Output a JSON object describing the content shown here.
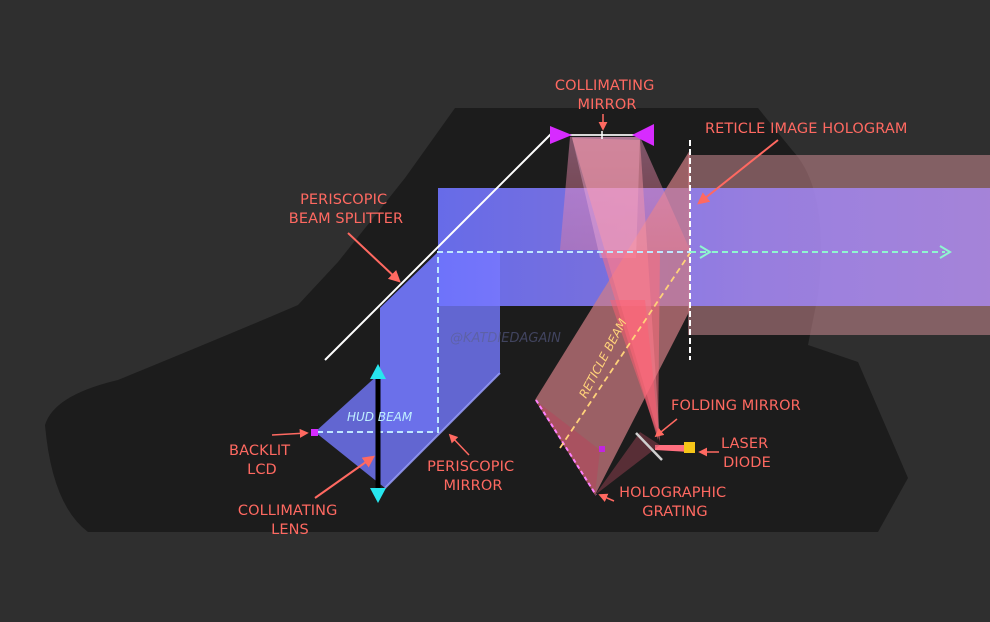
{
  "colors": {
    "background": "#2f2f2f",
    "housing": "#1c1c1c",
    "label": "#ff6961",
    "hud_beam": "#6f74ff",
    "reticle_beam": "#ff8088",
    "magenta": "#d72bff",
    "cyan": "#27e6ee",
    "laser": "#f5c518",
    "dashed_path": "#7ff5c8"
  },
  "labels": {
    "collimating_mirror": [
      "COLLIMATING",
      "MIRROR"
    ],
    "reticle_image_hologram": [
      "RETICLE IMAGE HOLOGRAM"
    ],
    "periscopic_beam_splitter": [
      "PERISCOPIC",
      "BEAM SPLITTER"
    ],
    "periscopic_mirror": [
      "PERISCOPIC",
      "MIRROR"
    ],
    "backlit_lcd": [
      "BACKLIT",
      "LCD"
    ],
    "collimating_lens": [
      "COLLIMATING",
      "LENS"
    ],
    "folding_mirror": [
      "FOLDING MIRROR"
    ],
    "laser_diode": [
      "LASER",
      "DIODE"
    ],
    "holographic_grating": [
      "HOLOGRAPHIC",
      "GRATING"
    ]
  },
  "beam_labels": {
    "hud_beam": "HUD BEAM",
    "reticle_beam": "RETICLE BEAM"
  },
  "watermark": "@KATDIEDAGAIN"
}
